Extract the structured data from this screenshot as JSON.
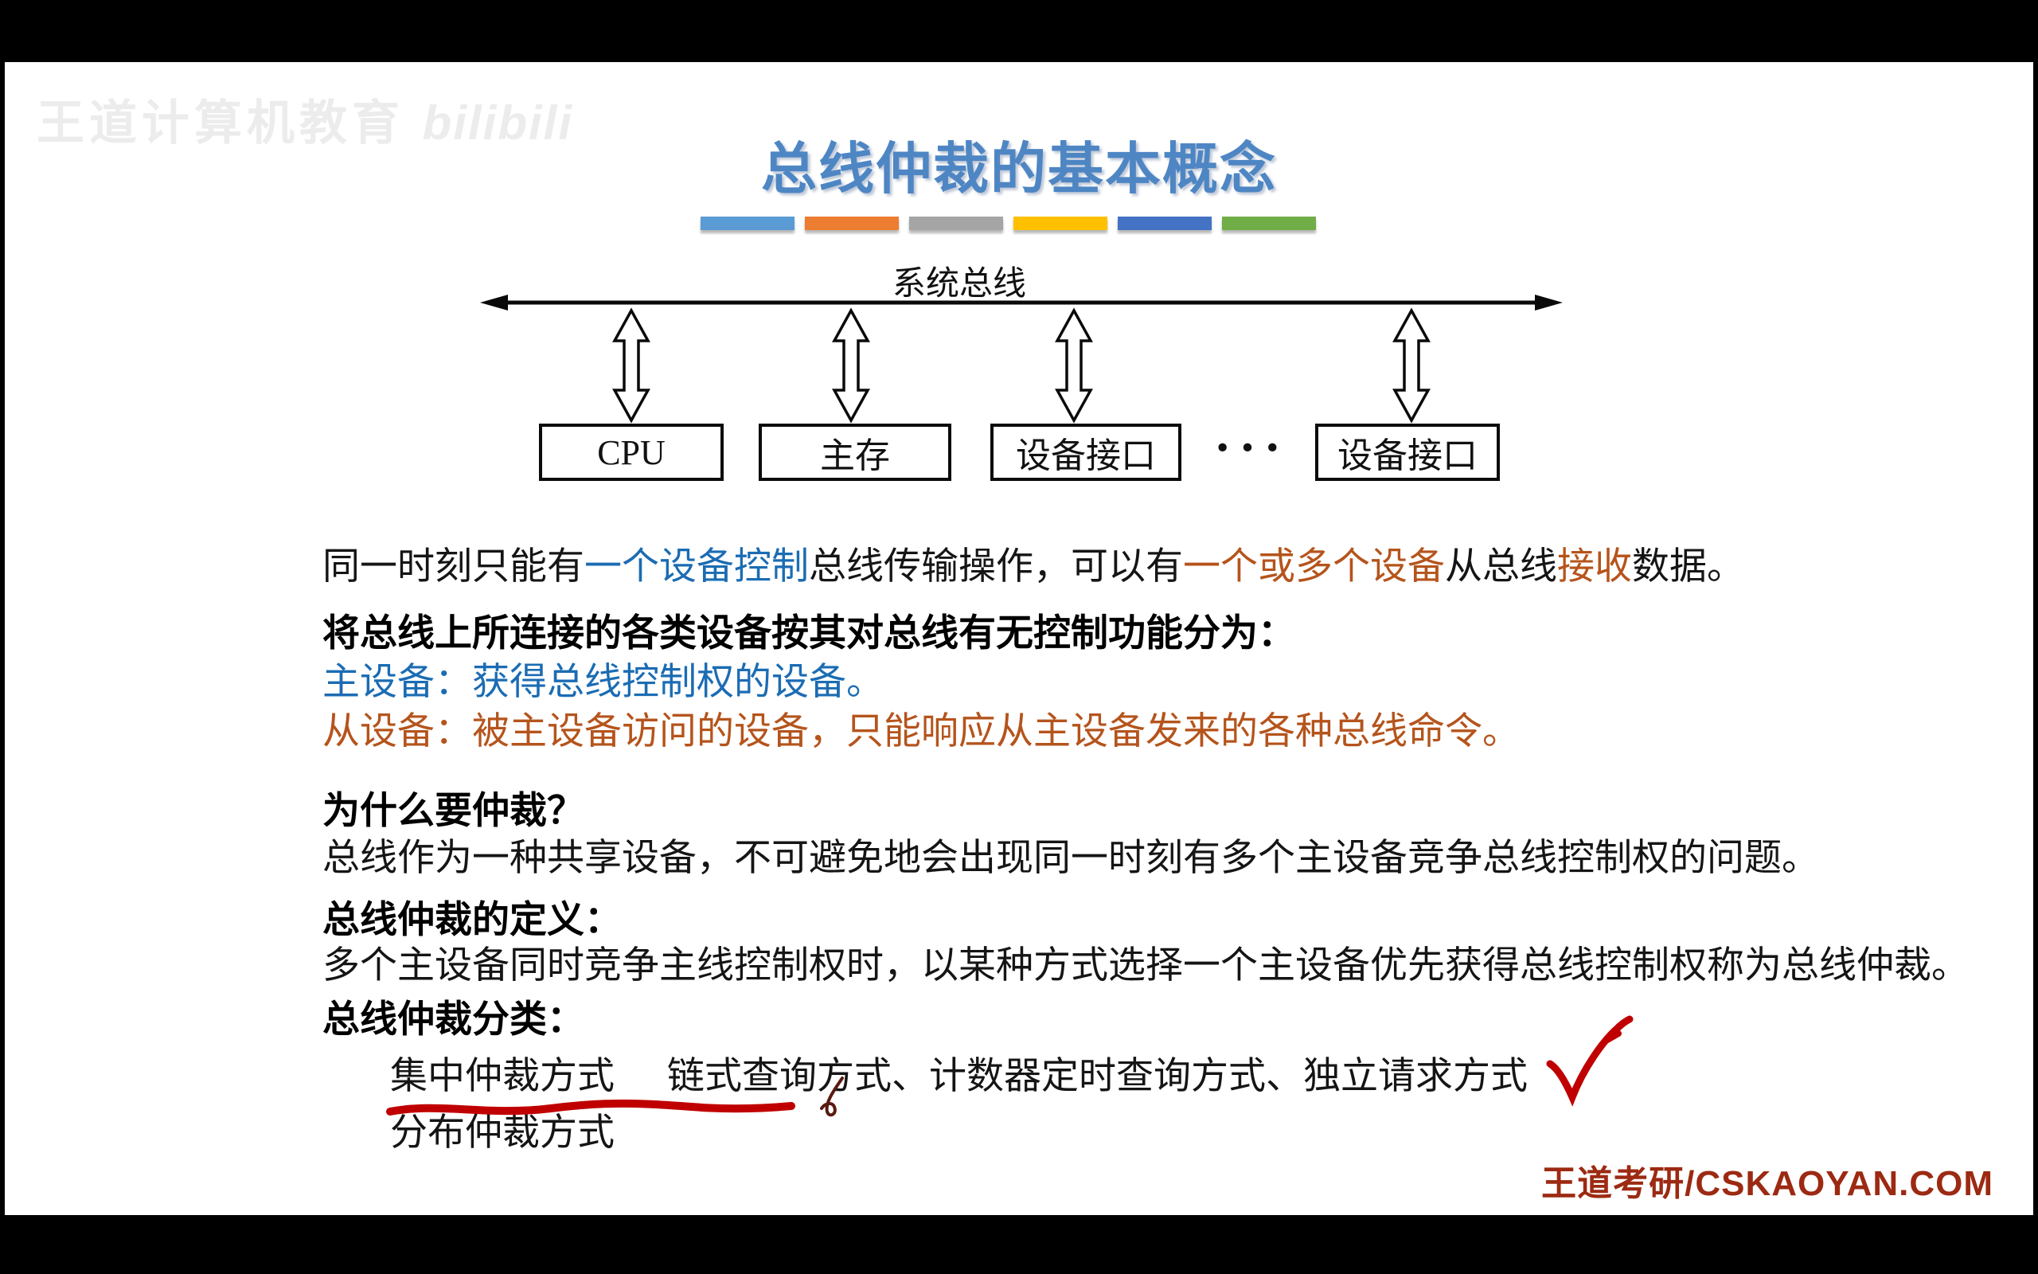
{
  "slide": {
    "watermark_top": "王道计算机教育",
    "watermark_top_logo": "bilibili",
    "title": "总线仲裁的基本概念",
    "footer": "王道考研/CSKAOYAN.COM"
  },
  "accent_bars": {
    "colors": [
      "#5B9BD5",
      "#ED7D31",
      "#A5A5A5",
      "#FFC000",
      "#4472C4",
      "#70AD47"
    ]
  },
  "diagram": {
    "bus_label": "系统总线",
    "node_cpu": "CPU",
    "node_memory": "主存",
    "node_io1": "设备接口",
    "ellipsis": "···",
    "node_io2": "设备接口"
  },
  "content": {
    "p1": {
      "s1": "同一时刻只能有",
      "s2": "一个设备控制",
      "s3": "总线传输操作，可以有",
      "s4": "一个或多个设备",
      "s5": "从总线",
      "s6": "接收",
      "s7": "数据。"
    },
    "h_classify": "将总线上所连接的各类设备按其对总线有无控制功能分为：",
    "master_def": "主设备：获得总线控制权的设备。",
    "slave_def": "从设备：被主设备访问的设备，只能响应从主设备发来的各种总线命令。",
    "h_why": "为什么要仲裁？",
    "why_body": "总线作为一种共享设备，不可避免地会出现同一时刻有多个主设备竞争总线控制权的问题。",
    "h_definition": "总线仲裁的定义：",
    "definition_body": "多个主设备同时竞争主线控制权时，以某种方式选择一个主设备优先获得总线控制权称为总线仲裁。",
    "h_category": "总线仲裁分类：",
    "centralized": "集中仲裁方式",
    "centralized_kinds": "链式查询方式、计数器定时查询方式、独立请求方式",
    "distributed": "分布仲裁方式"
  },
  "colors": {
    "title_blue": "#4e86c4",
    "text_blue": "#1b6cb3",
    "text_orange": "#b5541c",
    "annotation_red": "#c00000",
    "footer_red": "#9c2a12",
    "letterbox_black": "#000000"
  }
}
